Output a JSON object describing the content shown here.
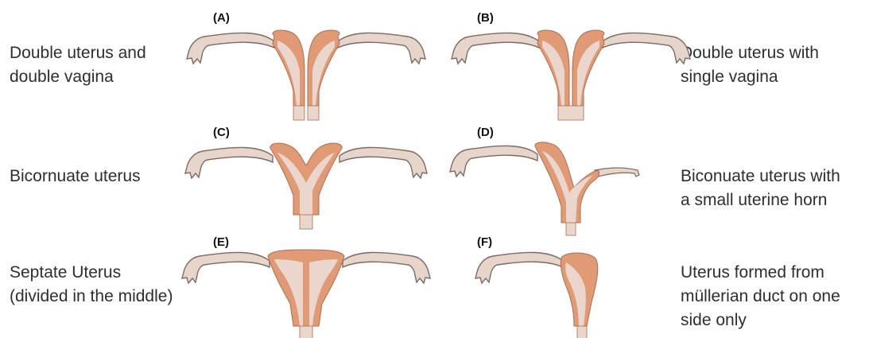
{
  "colors": {
    "muscle": "#e09a75",
    "muscle_stroke": "#b06d4e",
    "lining": "#ead6cc",
    "tube": "#e7d4cb",
    "tube_stroke": "#7d6a62"
  },
  "panels": [
    {
      "id": "A",
      "label": "(A)",
      "caption": [
        "Double uterus and",
        "double vagina"
      ]
    },
    {
      "id": "B",
      "label": "(B)",
      "caption": [
        "Double uterus with",
        "single vagina"
      ]
    },
    {
      "id": "C",
      "label": "(C)",
      "caption": [
        "Bicornuate uterus"
      ]
    },
    {
      "id": "D",
      "label": "(D)",
      "caption": [
        "Biconuate uterus with",
        "a small uterine horn"
      ]
    },
    {
      "id": "E",
      "label": "(E)",
      "caption": [
        "Septate Uterus",
        "(divided in the middle)"
      ]
    },
    {
      "id": "F",
      "label": "(F)",
      "caption": [
        "Uterus formed from",
        "müllerian duct on one",
        "side only"
      ]
    }
  ]
}
